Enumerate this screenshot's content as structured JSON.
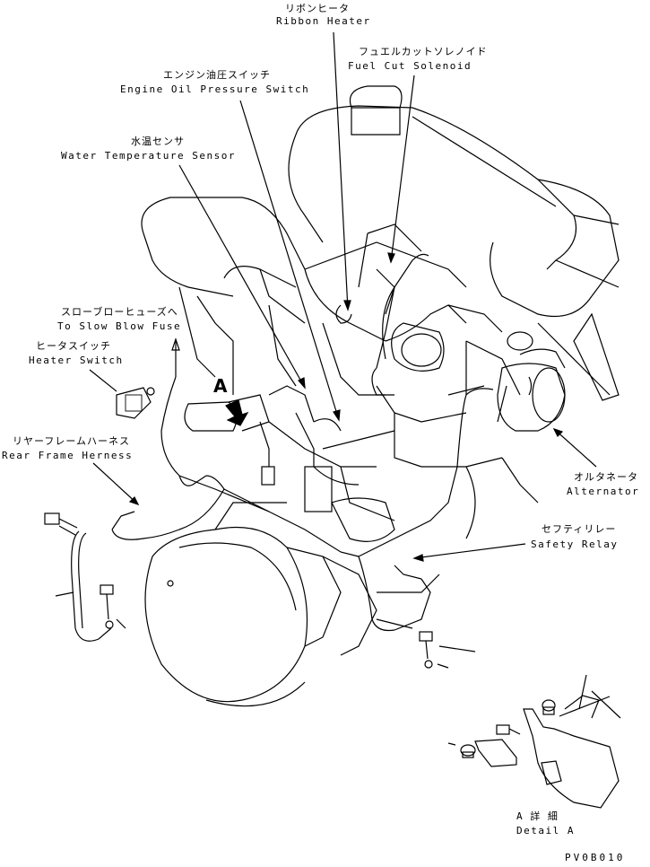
{
  "labels": {
    "ribbon_heater": {
      "jp": "リボンヒータ",
      "en": "Ribbon Heater"
    },
    "fuel_cut_solenoid": {
      "jp": "フュエルカットソレノイド",
      "en": "Fuel Cut Solenoid"
    },
    "engine_oil_pressure_switch": {
      "jp": "エンジン油圧スイッチ",
      "en": "Engine Oil Pressure Switch"
    },
    "water_temperature_sensor": {
      "jp": "水温センサ",
      "en": "Water Temperature Sensor"
    },
    "slow_blow_fuse": {
      "jp": "スローブローヒューズへ",
      "en": "To Slow Blow Fuse"
    },
    "heater_switch": {
      "jp": "ヒータスイッチ",
      "en": "Heater Switch"
    },
    "rear_frame_harness": {
      "jp": "リヤーフレームハーネス",
      "en": "Rear Frame Herness"
    },
    "alternator": {
      "jp": "オルタネータ",
      "en": "Alternator"
    },
    "safety_relay": {
      "jp": "セフティリレー",
      "en": "Safety Relay"
    },
    "detail_a": {
      "jp": "A 詳 細",
      "en": "Detail A"
    },
    "view_marker": "A",
    "drawing_code": "PV0B010"
  }
}
